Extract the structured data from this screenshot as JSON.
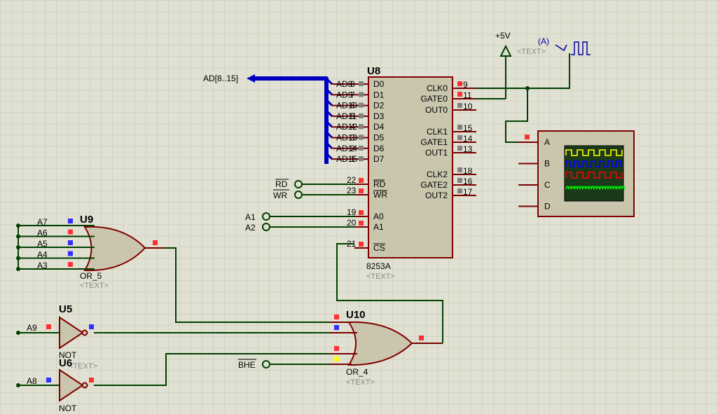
{
  "bus_label": "AD[8..15]",
  "u8": {
    "ref": "U8",
    "part": "8253A",
    "text_placeholder": "<TEXT>",
    "data_pins": [
      "D0",
      "D1",
      "D2",
      "D3",
      "D4",
      "D5",
      "D6",
      "D7"
    ],
    "data_pin_numbers": [
      "8",
      "7",
      "6",
      "5",
      "4",
      "3",
      "2",
      "1"
    ],
    "bus_nets": [
      "AD8",
      "AD9",
      "AD10",
      "AD11",
      "AD12",
      "AD13",
      "AD14",
      "AD15"
    ],
    "control_pins": [
      {
        "name": "RD",
        "number": "22",
        "net": "RD"
      },
      {
        "name": "WR",
        "number": "23",
        "net": "WR"
      },
      {
        "name": "A0",
        "number": "19",
        "net": "A1"
      },
      {
        "name": "A1",
        "number": "20",
        "net": "A2"
      },
      {
        "name": "CS",
        "number": "21",
        "net": ""
      }
    ],
    "right_pins": [
      {
        "name": "CLK0",
        "number": "9"
      },
      {
        "name": "GATE0",
        "number": "11"
      },
      {
        "name": "OUT0",
        "number": "10"
      },
      {
        "name": "CLK1",
        "number": "15"
      },
      {
        "name": "GATE1",
        "number": "14"
      },
      {
        "name": "OUT1",
        "number": "13"
      },
      {
        "name": "CLK2",
        "number": "18"
      },
      {
        "name": "GATE2",
        "number": "16"
      },
      {
        "name": "OUT2",
        "number": "17"
      }
    ]
  },
  "u9": {
    "ref": "U9",
    "part": "OR_5",
    "text_placeholder": "<TEXT>",
    "inputs": [
      "A7",
      "A6",
      "A5",
      "A4",
      "A3"
    ]
  },
  "u5": {
    "ref": "U5",
    "part": "NOT",
    "input": "A9",
    "text_placeholder": "<TEXT>"
  },
  "u6": {
    "ref": "U6",
    "part": "NOT",
    "input": "A8"
  },
  "u10": {
    "ref": "U10",
    "part": "OR_4",
    "text_placeholder": "<TEXT>",
    "bhe_label": "BHE"
  },
  "power": {
    "label": "+5V",
    "text_placeholder": "<TEXT>"
  },
  "clock": {
    "label": "(A)"
  },
  "scope": {
    "channels": [
      "A",
      "B",
      "C",
      "D"
    ],
    "trace_colors": [
      "#ffff00",
      "#0000ff",
      "#ff0000",
      "#00ff00"
    ]
  }
}
